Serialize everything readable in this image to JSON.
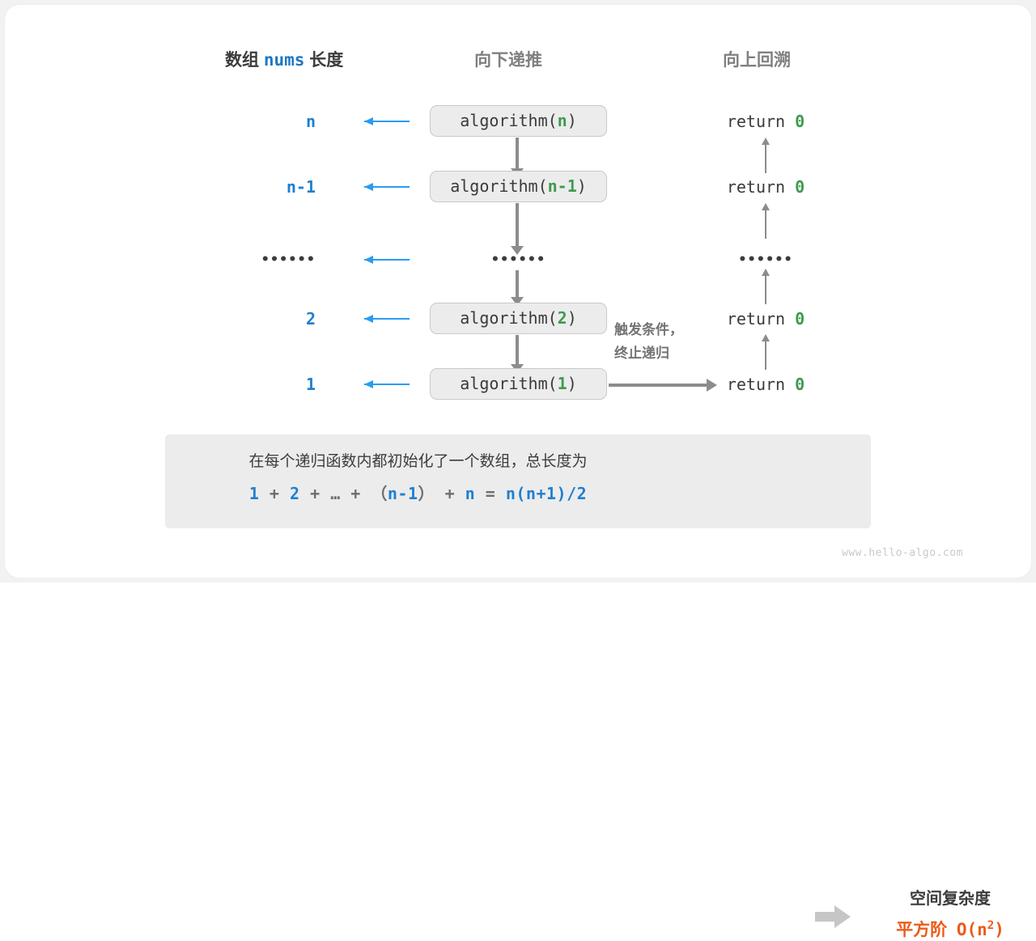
{
  "headers": {
    "left_prefix": "数组",
    "left_keyword": "nums",
    "left_suffix": "长度",
    "downward": "向下递推",
    "upward": "向上回溯"
  },
  "rows": [
    {
      "length": "n",
      "call_prefix": "algorithm(",
      "call_arg": "n",
      "call_suffix": ")",
      "return_text": "return",
      "return_value": "0",
      "is_dots": false
    },
    {
      "length": "n-1",
      "call_prefix": "algorithm(",
      "call_arg": "n-1",
      "call_suffix": ")",
      "return_text": "return",
      "return_value": "0",
      "is_dots": false
    },
    {
      "length": "••••••",
      "dots": "••••••",
      "return_dots": "••••••",
      "is_dots": true
    },
    {
      "length": "2",
      "call_prefix": "algorithm(",
      "call_arg": "2",
      "call_suffix": ")",
      "return_text": "return",
      "return_value": "0",
      "is_dots": false
    },
    {
      "length": "1",
      "call_prefix": "algorithm(",
      "call_arg": "1",
      "call_suffix": ")",
      "return_text": "return",
      "return_value": "0",
      "is_dots": false
    }
  ],
  "trigger_note": "触发条件，\n终止递归",
  "summary": {
    "line1": "在每个递归函数内都初始化了一个数组，总长度为",
    "formula": {
      "t1": "1",
      "op1": "+",
      "t2": "2",
      "op2": "+",
      "t3": "…",
      "op3": "+",
      "lp": "（",
      "t4": "n-1",
      "rp": "）",
      "op4": "+",
      "t5": "n",
      "eq": "=",
      "t6": "n(n+1)/2"
    },
    "result_title": "空间复杂度",
    "result_label": "平方阶",
    "result_notation_pre": "O(n",
    "result_notation_sup": "2",
    "result_notation_post": ")"
  },
  "watermark": "www.hello-algo.com",
  "colors": {
    "blue": "#1f7fd0",
    "blue_arrow": "#2b9bf0",
    "green": "#3f9b4f",
    "orange": "#ec5b18",
    "gray_arrow": "#8c8c8c",
    "box_fill": "#ececec",
    "box_border": "#c9c9c9"
  }
}
